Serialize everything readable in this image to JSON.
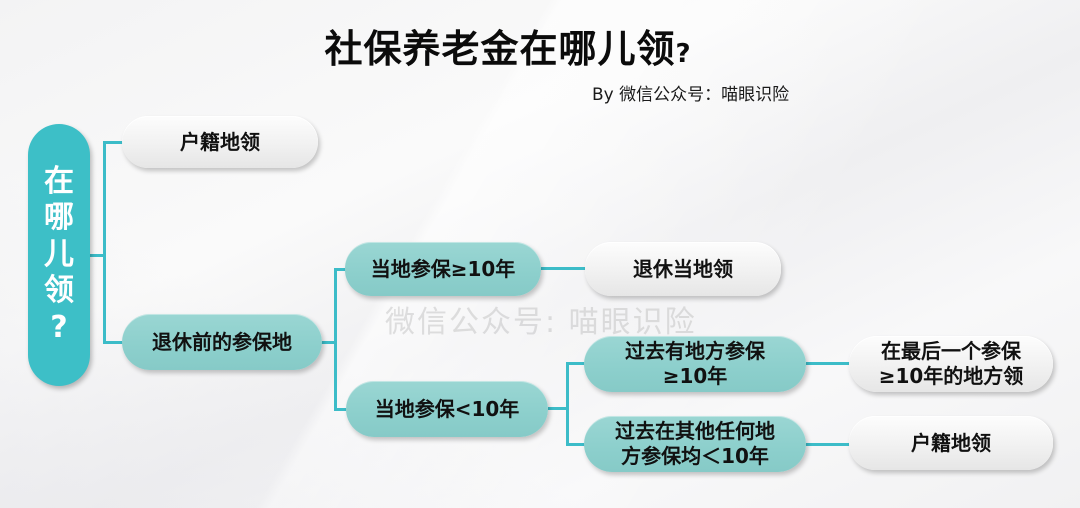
{
  "header": {
    "title": "社保养老金在哪儿领",
    "title_mark": "?",
    "byline": "By 微信公众号：喵眼识险",
    "watermark": "微信公众号:  喵眼识险"
  },
  "colors": {
    "root": "#3dbfc7",
    "branch": "#8ccfcc",
    "leaf": "#f1f1f1",
    "connector": "#3cbcc8"
  },
  "tree": {
    "root": {
      "chars": [
        "在",
        "哪",
        "儿",
        "领",
        "?"
      ]
    },
    "level1": [
      {
        "label": "户籍地领"
      },
      {
        "label": "退休前的参保地"
      }
    ],
    "level2": [
      {
        "label": "当地参保≥10年"
      },
      {
        "label": "当地参保<10年"
      }
    ],
    "level2_result": {
      "label": "退休当地领"
    },
    "level3": [
      {
        "line1": "过去有地方参保",
        "line2": "≥10年"
      },
      {
        "line1": "过去在其他任何地",
        "line2": "方参保均＜10年"
      }
    ],
    "level3_results": [
      {
        "line1": "在最后一个参保",
        "line2": "≥10年的地方领"
      },
      {
        "label": "户籍地领"
      }
    ]
  }
}
